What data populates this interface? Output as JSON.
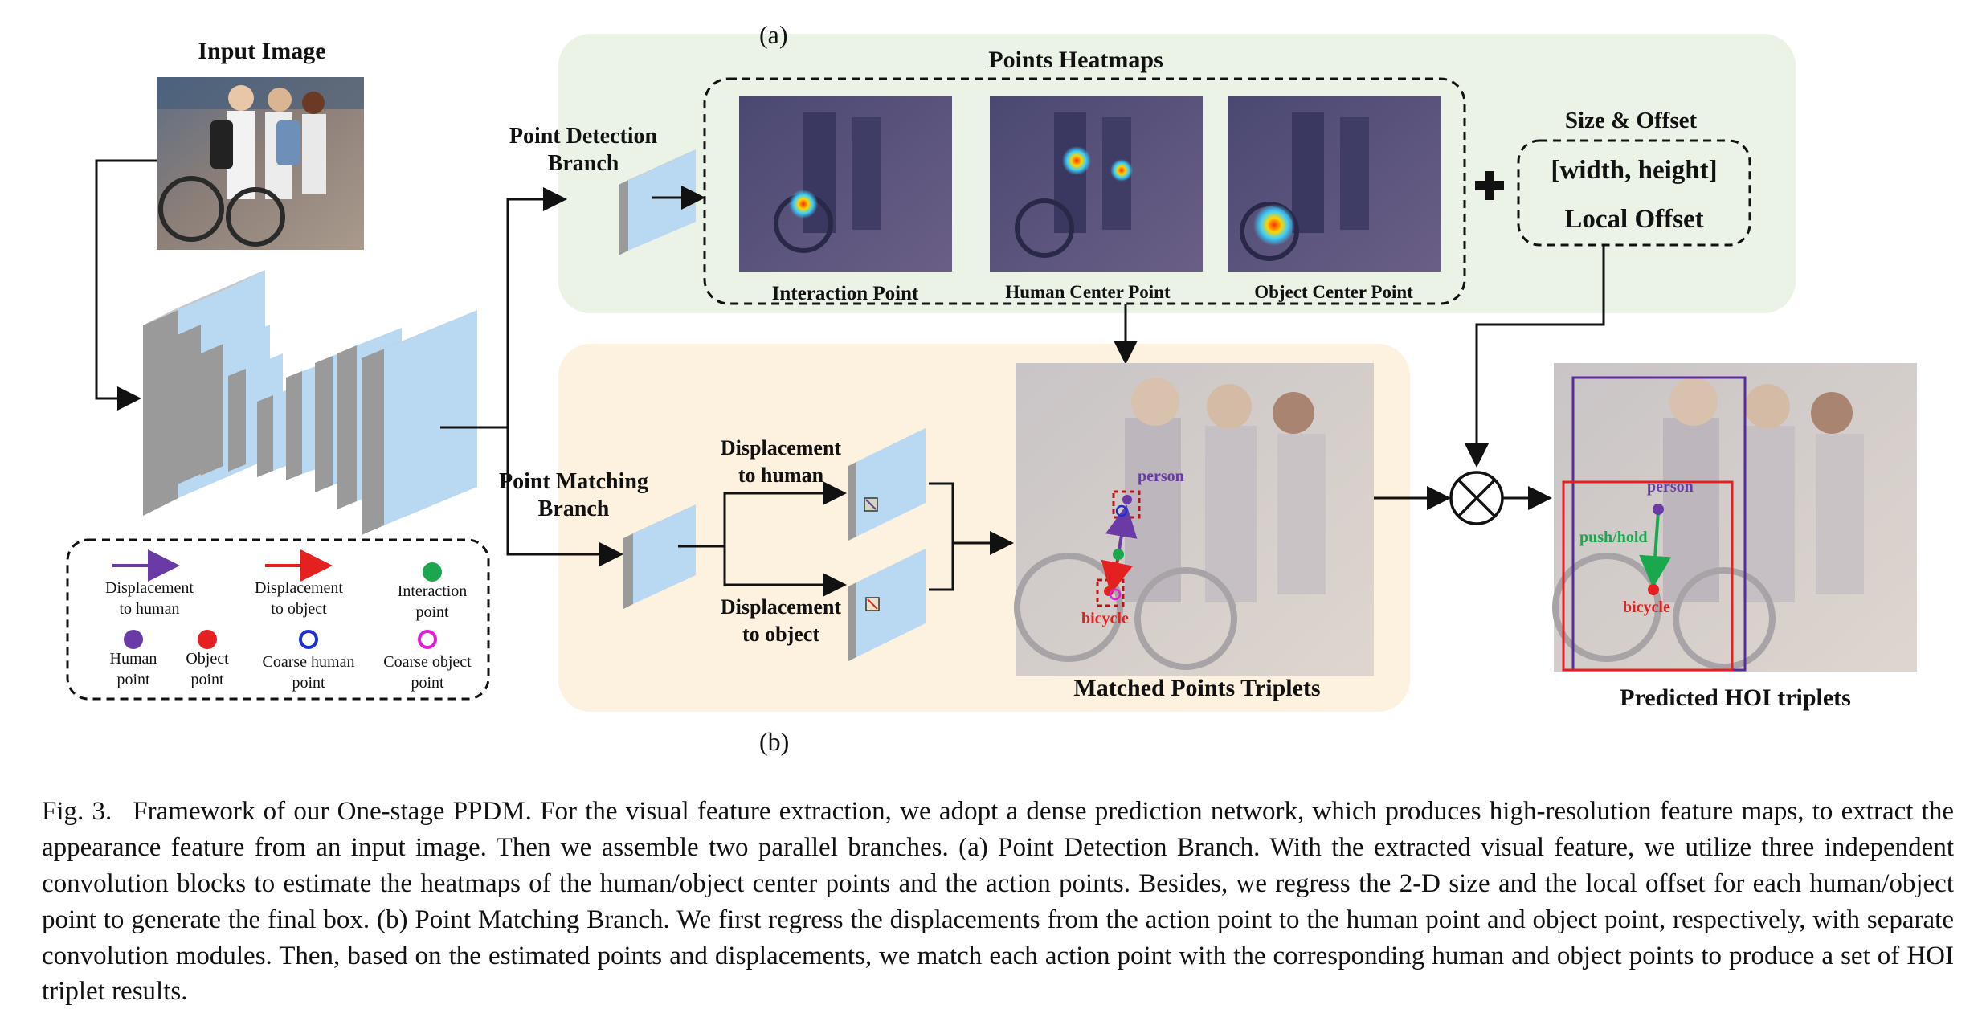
{
  "panel_a_label": "(a)",
  "panel_b_label": "(b)",
  "input_image": "Input Image",
  "point_detection_branch": [
    "Point Detection",
    "Branch"
  ],
  "point_matching_branch": [
    "Point Matching",
    "Branch"
  ],
  "points_heatmaps": "Points Heatmaps",
  "heatmaps": [
    "Interaction Point",
    "Human Center Point",
    "Object Center Point"
  ],
  "size_offset": {
    "title": "Size & Offset",
    "line1": "[width, height]",
    "line2": "Local Offset"
  },
  "displacement_human": [
    "Displacement",
    "to human"
  ],
  "displacement_object": [
    "Displacement",
    "to object"
  ],
  "matched_points_triplets": "Matched Points Triplets",
  "predicted_hoi_triplets": "Predicted HOI triplets",
  "labels": {
    "person": "person",
    "bicycle": "bicycle",
    "action": "push/hold"
  },
  "legend": {
    "disp_human": [
      "Displacement",
      "to human"
    ],
    "disp_object": [
      "Displacement",
      "to object"
    ],
    "interaction": [
      "Interaction",
      "point"
    ],
    "human": [
      "Human",
      "point"
    ],
    "object": [
      "Object",
      "point"
    ],
    "coarse_human": [
      "Coarse human",
      "point"
    ],
    "coarse_object": [
      "Coarse object",
      "point"
    ]
  },
  "colors": {
    "panel_a_bg": "#eaf3e6",
    "panel_b_bg": "#fdf1e0",
    "feature_blue": "#b9d9f2",
    "feature_gray": "#9a9a9a",
    "human_purple": "#6a3aa6",
    "object_red": "#e52020",
    "interaction_green": "#1aa84f",
    "coarse_blue": "#1f2fd6",
    "coarse_magenta": "#e020d6"
  },
  "caption": {
    "fig_no": "Fig. 3.",
    "text": "Framework of our One-stage PPDM. For the visual feature extraction, we adopt a dense prediction network, which produces high-resolution feature maps, to extract the appearance feature from an input image. Then we assemble two parallel branches. (a) Point Detection Branch. With the extracted visual feature, we utilize three independent convolution blocks to estimate the heatmaps of the human/object center points and the action points. Besides, we regress the 2-D size and the local offset for each human/object point to generate the final box. (b) Point Matching Branch. We first regress the displacements from the action point to the human point and object point, respectively, with separate convolution modules. Then, based on the estimated points and displacements, we match each action point with the corresponding human and object points to produce a set of HOI triplet results."
  }
}
